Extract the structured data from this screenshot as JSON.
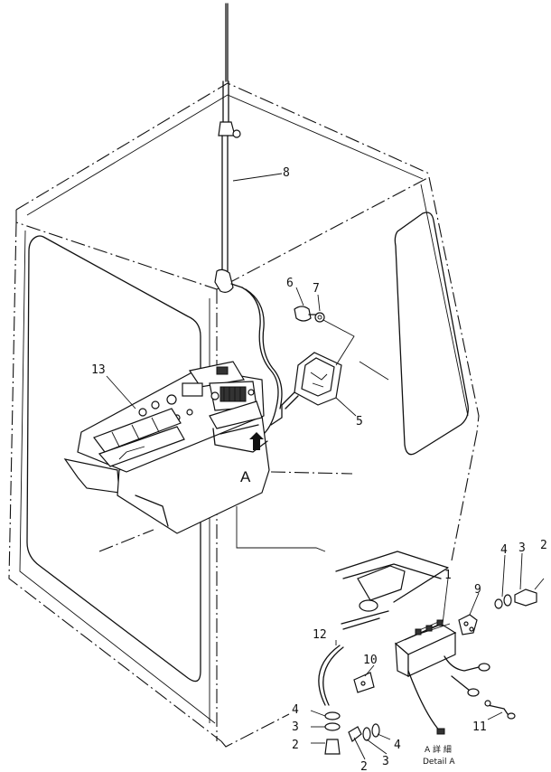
{
  "callouts": {
    "c1": "1",
    "c2a": "2",
    "c2b": "2",
    "c2c": "2",
    "c3a": "3",
    "c3b": "3",
    "c3c": "3",
    "c4a": "4",
    "c4b": "4",
    "c4c": "4",
    "c5": "5",
    "c6": "6",
    "c7": "7",
    "c8": "8",
    "c9": "9",
    "c10": "10",
    "c11": "11",
    "c12": "12",
    "c13": "13"
  },
  "view_marker": "A",
  "detail_caption": {
    "japanese": "A 詳 細",
    "english": "Detail  A"
  }
}
